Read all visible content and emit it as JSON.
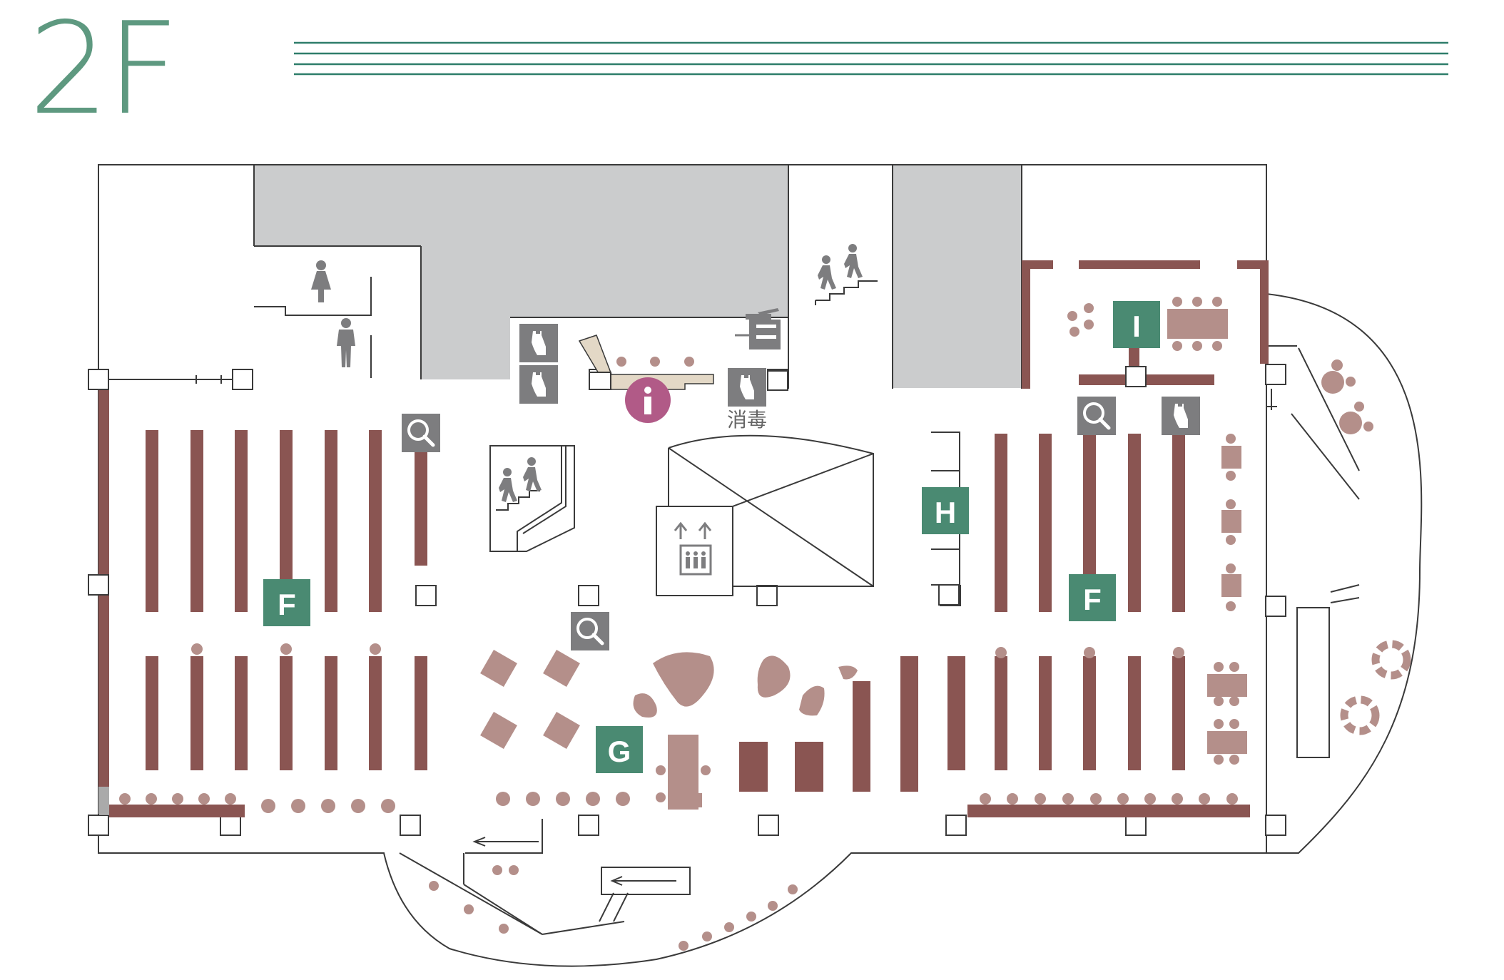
{
  "floor": {
    "title": "2F"
  },
  "zones": [
    {
      "id": "F",
      "label": "F"
    },
    {
      "id": "F2",
      "label": "F"
    },
    {
      "id": "G",
      "label": "G"
    },
    {
      "id": "H",
      "label": "H"
    },
    {
      "id": "I",
      "label": "I"
    }
  ],
  "labels": {
    "sanitizer": "消毒"
  },
  "icons": [
    "female-restroom-icon",
    "male-restroom-icon",
    "stairs-icon",
    "elevator-icon",
    "information-icon",
    "search-terminal-icon",
    "sanitizer-dispenser-icon",
    "copy-machine-icon",
    "exit-arrow-icon"
  ],
  "colors": {
    "accent": "#5e9980",
    "zone_badge": "#4a8a72",
    "shelf": "#8a5552",
    "furniture": "#b48f8a",
    "restricted": "#cbcccd",
    "info": "#b15a87",
    "icon_bg": "#7d7d7f",
    "outline": "#3a3a3a"
  }
}
